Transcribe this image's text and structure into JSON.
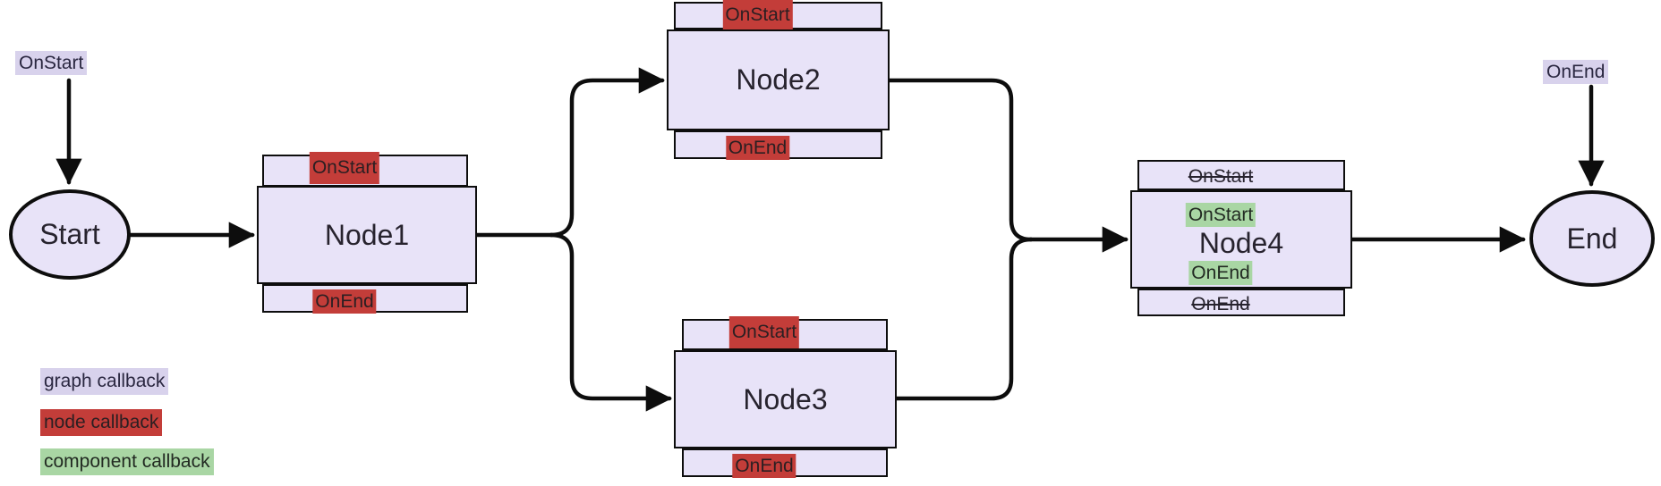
{
  "graph": {
    "on_start": "OnStart",
    "on_end": "OnEnd",
    "start": {
      "label": "Start"
    },
    "end": {
      "label": "End"
    }
  },
  "nodes": {
    "node1": {
      "label": "Node1",
      "on_start": "OnStart",
      "on_end": "OnEnd"
    },
    "node2": {
      "label": "Node2",
      "on_start": "OnStart",
      "on_end": "OnEnd"
    },
    "node3": {
      "label": "Node3",
      "on_start": "OnStart",
      "on_end": "OnEnd"
    },
    "node4": {
      "label": "Node4",
      "overridden_on_start": "OnStart",
      "overridden_on_end": "OnEnd",
      "component_on_start": "OnStart",
      "component_on_end": "OnEnd"
    }
  },
  "legend": {
    "graph": "graph callback",
    "node": "node callback",
    "component": "component callback"
  },
  "colors": {
    "graph_callback_bg": "#d8d2ec",
    "node_callback_bg": "#c33d39",
    "component_callback_bg": "#a9d6a4",
    "node_fill": "#e8e3f8",
    "edge": "#0d0d0d"
  }
}
